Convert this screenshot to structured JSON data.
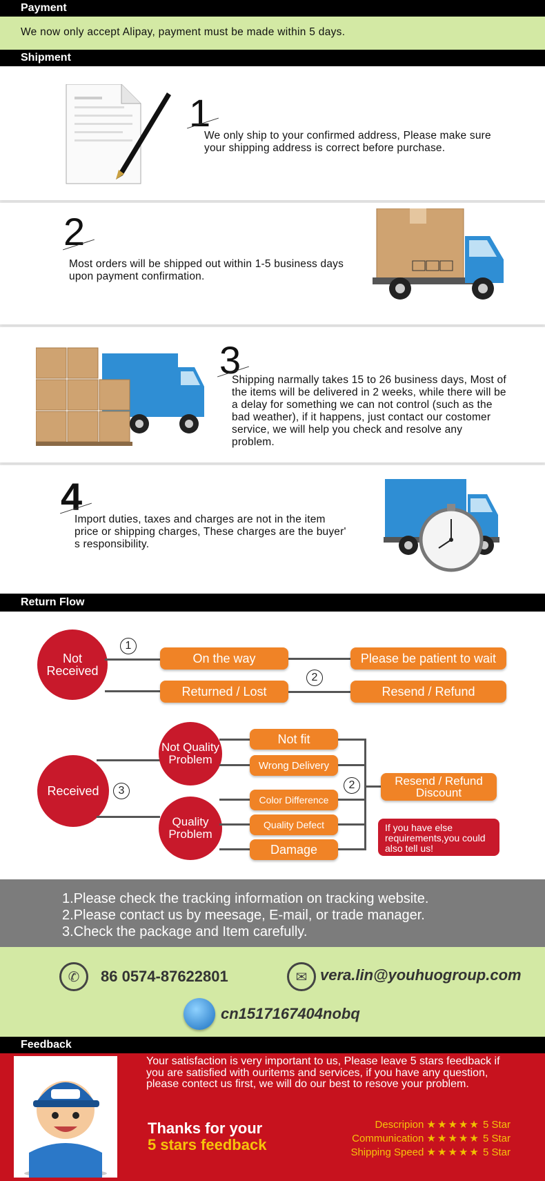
{
  "payment": {
    "header": "Payment",
    "text": "We now only accept Alipay, payment must be made within 5 days."
  },
  "shipment": {
    "header": "Shipment",
    "steps": [
      {
        "num": "1",
        "text": "We only ship to your confirmed address, Please make sure your shipping address is correct before purchase."
      },
      {
        "num": "2",
        "text": "Most orders will be shipped out within 1-5 business days upon payment confirmation."
      },
      {
        "num": "3",
        "text": "Shipping narmally takes 15 to 26 business days, Most of the items will be delivered in 2 weeks, while there will be a delay for something we can not control (such as the bad weather), if it happens, just contact our costomer service, we will help you check and resolve any problem."
      },
      {
        "num": "4",
        "text": "Import duties, taxes and charges are not in the item price or shipping charges, These charges are the buyer' s responsibility."
      }
    ]
  },
  "return_flow": {
    "header": "Return Flow",
    "not_received": "Not Received",
    "on_the_way": "On the way",
    "be_patient": "Please be patient to wait",
    "returned_lost": "Returned / Lost",
    "resend_refund": "Resend / Refund",
    "received": "Received",
    "not_quality": "Not Quality Problem",
    "quality": "Quality Problem",
    "not_fit": "Not fit",
    "wrong_delivery": "Wrong Delivery",
    "color_difference": "Color Difference",
    "quality_defect": "Quality Defect",
    "damage": "Damage",
    "resend_refund_discount": "Resend / Refund Discount",
    "else_req": "If you have else requirements,you could also tell us!",
    "n1": "1",
    "n2": "2",
    "n2b": "2",
    "n3": "3"
  },
  "notes": [
    "1.Please check the tracking information on tracking website.",
    "2.Please contact us by meesage, E-mail, or trade manager.",
    "3.Check the package and Item carefully."
  ],
  "contact": {
    "phone": "86 0574-87622801",
    "email": "vera.lin@youhuogroup.com",
    "im": "cn1517167404nobq"
  },
  "feedback": {
    "header": "Feedback",
    "text": "Your satisfaction is very important to us, Please leave 5 stars feedback if you are satisfied with ouritems and services, if you have any question, please contect us first, we will do our best to resove your problem.",
    "thanks1": "Thanks for your",
    "thanks2": "5 stars feedback",
    "ratings": [
      {
        "label": "Descripion",
        "value": "5 Star"
      },
      {
        "label": "Communication",
        "value": "5 Star"
      },
      {
        "label": "Shipping Speed",
        "value": "5 Star"
      }
    ]
  }
}
